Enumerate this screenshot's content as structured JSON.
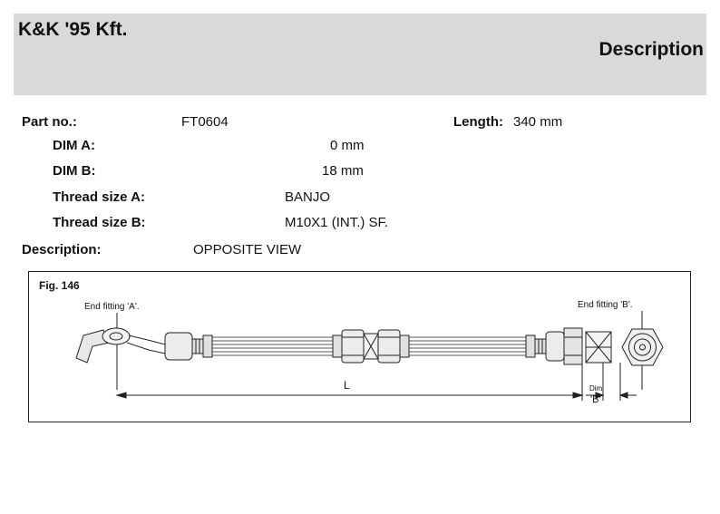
{
  "header": {
    "brand": "K&K '95 Kft.",
    "title": "Description"
  },
  "part": {
    "part_no_label": "Part no.:",
    "part_no": "FT0604",
    "length_label": "Length:",
    "length": "340 mm",
    "dim_a_label": "DIM A:",
    "dim_a": "0 mm",
    "dim_b_label": "DIM B:",
    "dim_b": "18 mm",
    "thread_a_label": "Thread size A:",
    "thread_a": "BANJO",
    "thread_b_label": "Thread size B:",
    "thread_b": "M10X1 (INT.) SF.",
    "description_label": "Description:",
    "description": "OPPOSITE VIEW"
  },
  "figure": {
    "fig_label": "Fig. 146",
    "end_a_label": "End fitting 'A'.",
    "end_b_label": "End fitting 'B'.",
    "length_symbol": "L",
    "dim_label": "Dim",
    "dim_b_symbol": "'B'"
  }
}
